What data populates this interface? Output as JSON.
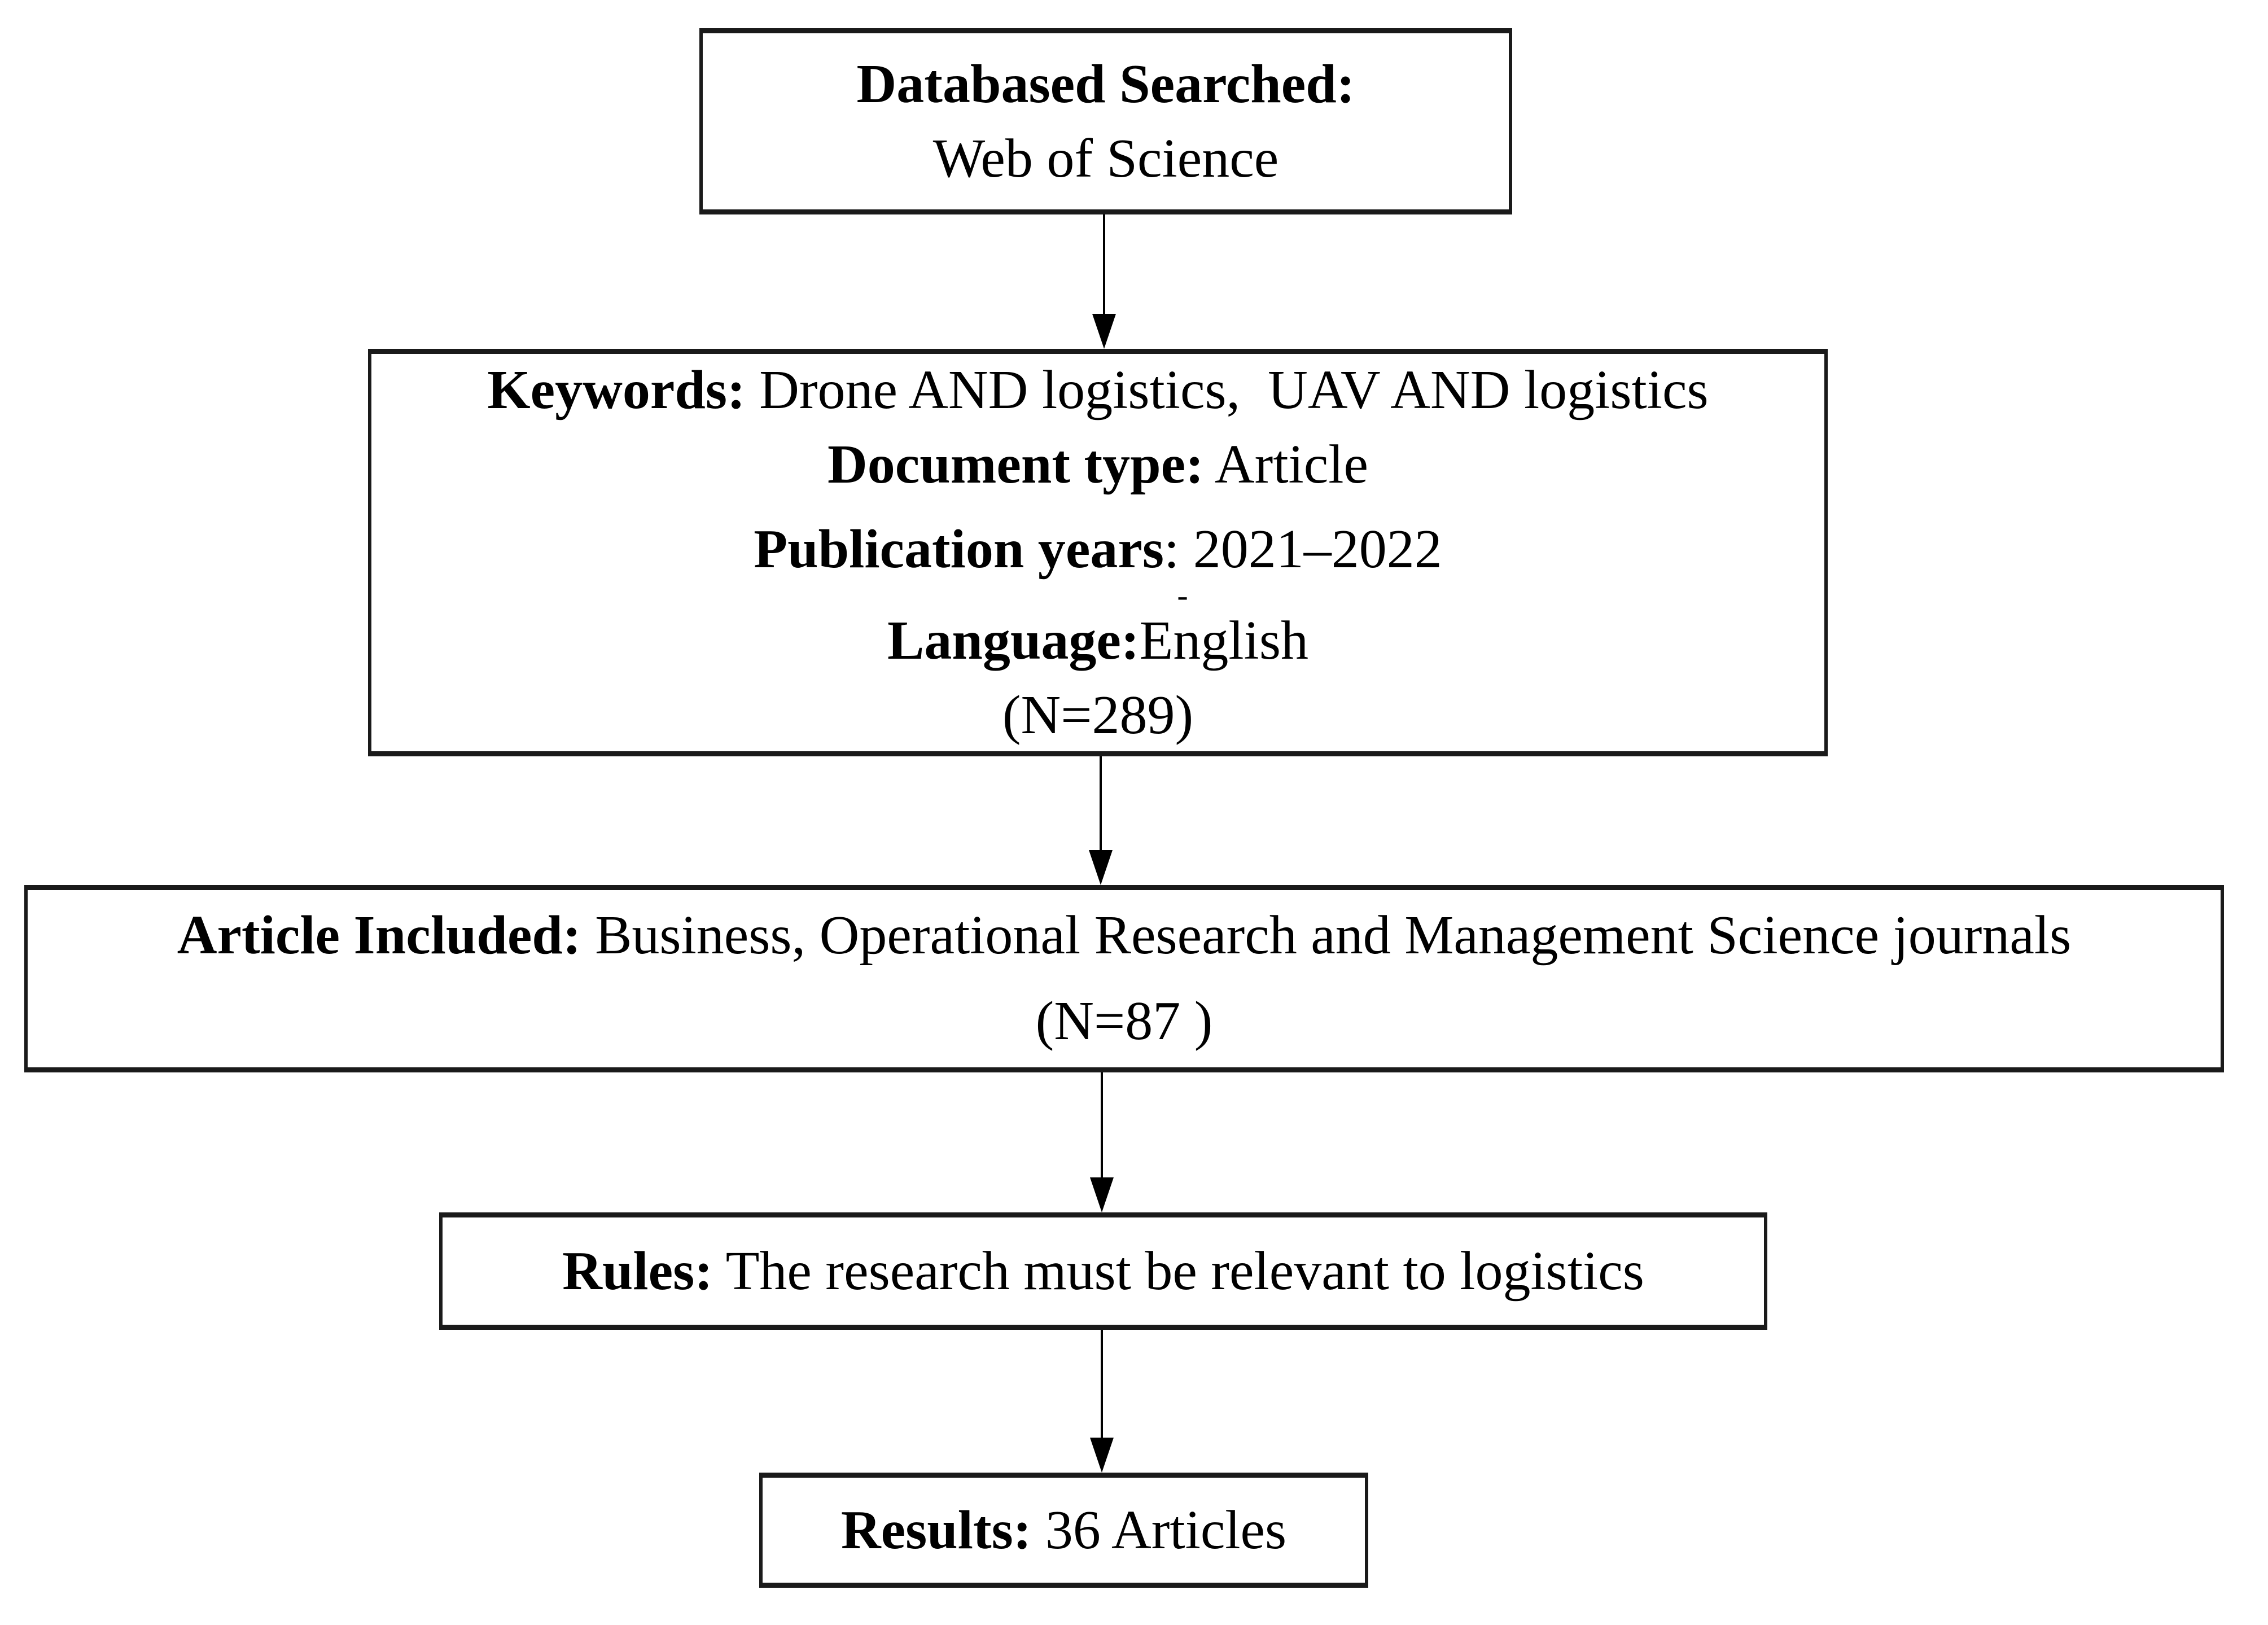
{
  "palette": {
    "background": "#ffffff",
    "border": "#1a1a1a",
    "text": "#000000",
    "arrow": "#000000"
  },
  "boxes": {
    "database": {
      "title": "Databased Searched:",
      "value": "Web of Science"
    },
    "filters": {
      "keywords_label": "Keywords:",
      "keywords_value": " Drone AND logistics,  UAV AND logistics",
      "doctype_label": "Document type:",
      "doctype_value": " Article",
      "years_label": "Publication years",
      "years_value": ": 2021–2022",
      "stray_dash": "-",
      "language_label": "Language:",
      "language_value": "English",
      "count": "(N=289)"
    },
    "included": {
      "label": "Article Included:",
      "value": " Business, Operational Research and Management Science journals",
      "count": "(N=87 )"
    },
    "rules": {
      "label": "Rules:",
      "value": " The research must be relevant to logistics"
    },
    "results": {
      "label": "Results:",
      "value": " 36 Articles"
    }
  }
}
